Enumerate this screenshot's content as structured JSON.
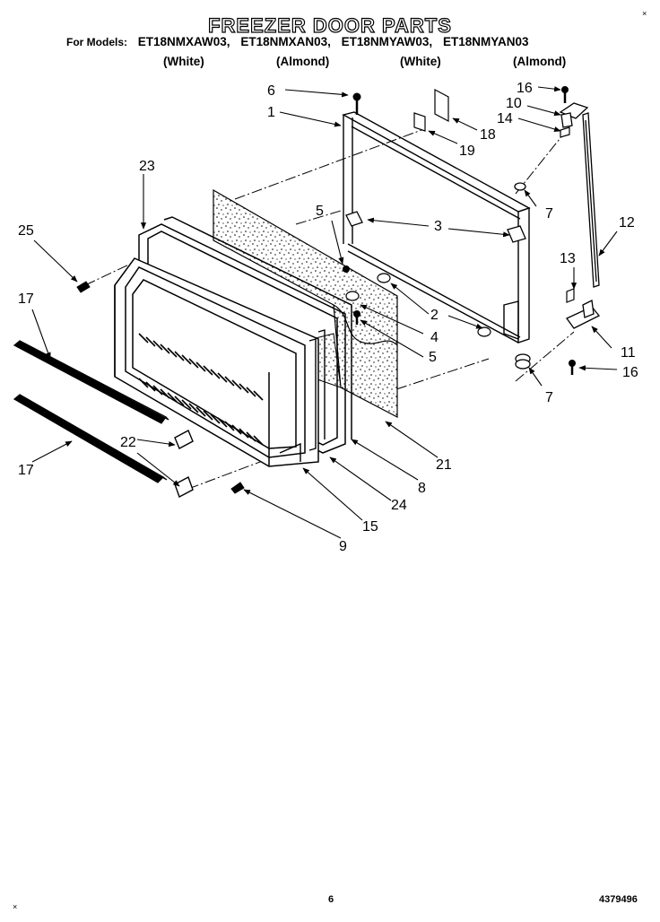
{
  "header": {
    "title": "FREEZER DOOR PARTS",
    "models_label": "For Models:",
    "models": [
      "ET18NMXAW03,",
      "ET18NMXAN03,",
      "ET18NMYAW03,",
      "ET18NMYAN03"
    ],
    "colors": [
      "(White)",
      "(Almond)",
      "(White)",
      "(Almond)"
    ]
  },
  "callouts": {
    "c1": "1",
    "c2": "2",
    "c3": "3",
    "c4": "4",
    "c5a": "5",
    "c5b": "5",
    "c6": "6",
    "c7a": "7",
    "c7b": "7",
    "c8": "8",
    "c9": "9",
    "c10": "10",
    "c11": "11",
    "c12": "12",
    "c13": "13",
    "c14": "14",
    "c15": "15",
    "c16a": "16",
    "c16b": "16",
    "c17a": "17",
    "c17b": "17",
    "c18": "18",
    "c19": "19",
    "c21": "21",
    "c22": "22",
    "c23": "23",
    "c24": "24",
    "c25": "25"
  },
  "footer": {
    "page": "6",
    "part_number": "4379496",
    "mark_top": "×",
    "mark_bottom": "×"
  }
}
